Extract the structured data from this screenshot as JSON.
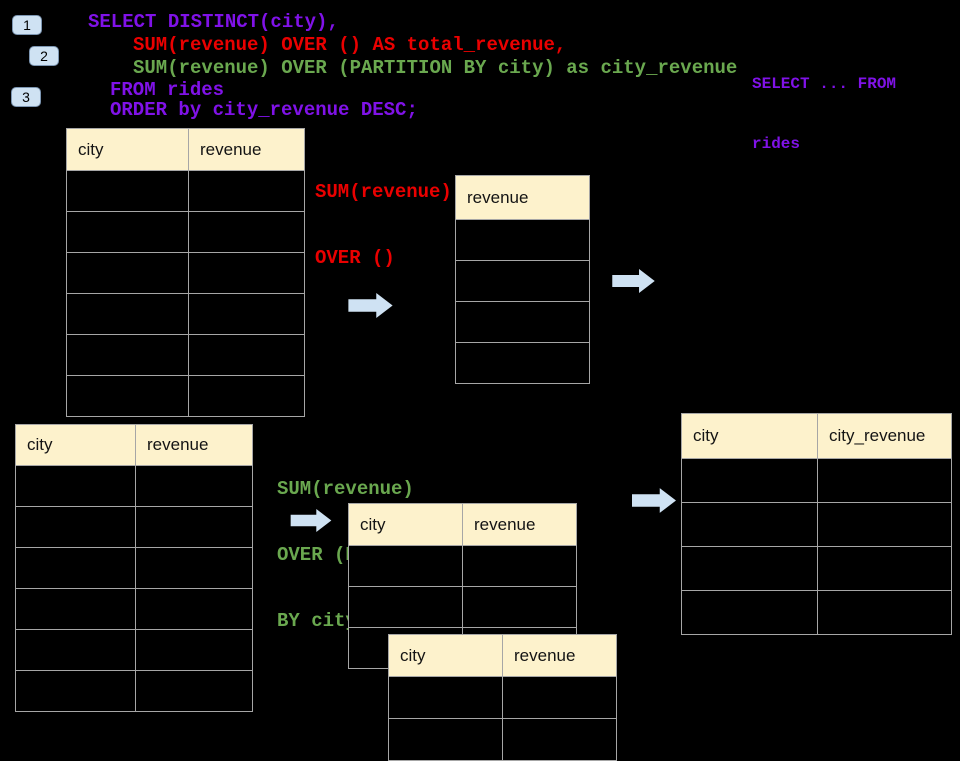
{
  "colors": {
    "background": "#000000",
    "code_purple": "#8012e8",
    "code_red": "#ea0000",
    "code_green": "#6aa84f",
    "table_header_fill": "#fdf2cc",
    "table_border": "#a6a6a6",
    "shape_blue": "#cfe2f3",
    "badge_border": "#7d96b2"
  },
  "badges": [
    {
      "label": "1"
    },
    {
      "label": "2"
    },
    {
      "label": "3"
    }
  ],
  "code": {
    "line1": "SELECT DISTINCT(city),",
    "line2": "SUM(revenue) OVER () AS total_revenue,",
    "line3": "SUM(revenue) OVER (PARTITION BY city) as city_revenue",
    "line4": "FROM rides",
    "line5": "ORDER by city_revenue DESC;"
  },
  "side_note": {
    "line1": "SELECT ... FROM",
    "line2": "rides"
  },
  "annotations": {
    "total": {
      "line1": "SUM(revenue)",
      "line2": "OVER ()"
    },
    "partition": {
      "line1": "SUM(revenue)",
      "line2": "OVER (PARTITION",
      "line3": "BY city)"
    }
  },
  "tables": {
    "rides_top": {
      "headers": [
        "city",
        "revenue"
      ]
    },
    "total_result": {
      "headers": [
        "revenue"
      ]
    },
    "rides_bottom": {
      "headers": [
        "city",
        "revenue"
      ]
    },
    "partition_a": {
      "headers": [
        "city",
        "revenue"
      ]
    },
    "partition_b": {
      "headers": [
        "city",
        "revenue"
      ]
    },
    "final_result": {
      "headers": [
        "city",
        "city_revenue"
      ]
    }
  }
}
